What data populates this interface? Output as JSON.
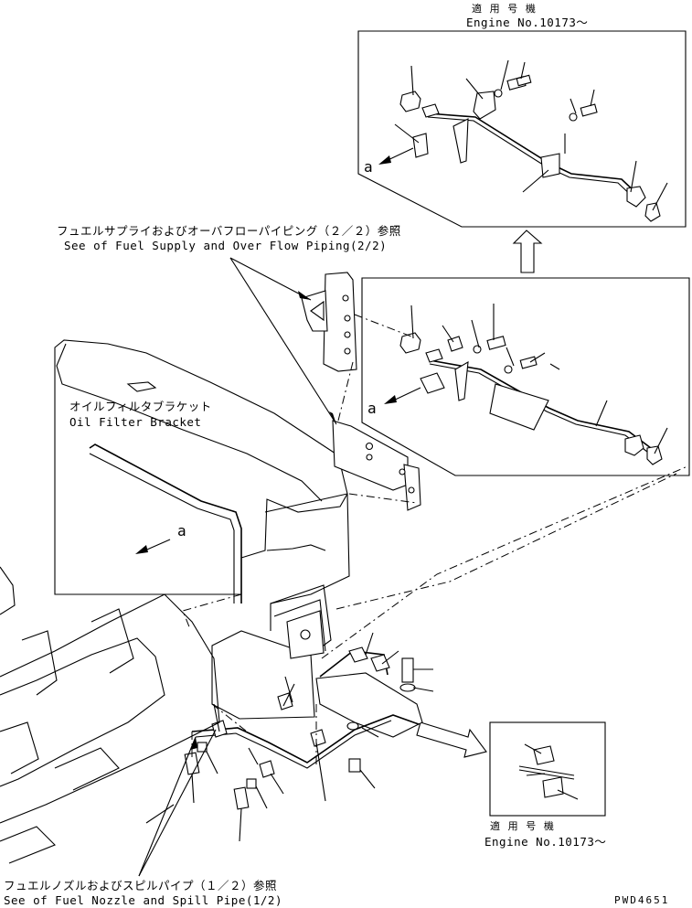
{
  "labels": {
    "top_applicable_jp": "適 用 号 機",
    "top_engine_no": "Engine No.10173～",
    "fuel_supply_jp": "フュエルサプライおよびオーバフローパイピング（２／２）参照",
    "fuel_supply_en": "See of Fuel Supply and Over Flow Piping(2/2)",
    "oil_filter_jp": "オイルフィルタブラケット",
    "oil_filter_en": "Oil Filter Bracket",
    "bottom_applicable_jp": "適 用 号 機",
    "bottom_engine_no": "Engine No.10173～",
    "fuel_nozzle_jp": "フュエルノズルおよびスピルパイプ（１／２）参照",
    "fuel_nozzle_en": "See of Fuel Nozzle and Spill Pipe(1/2)",
    "view_a_top": "a",
    "view_a_mid": "a",
    "view_a_main": "a",
    "drawing_code": "PWD4651"
  },
  "colors": {
    "line": "#000000",
    "background": "#ffffff"
  }
}
